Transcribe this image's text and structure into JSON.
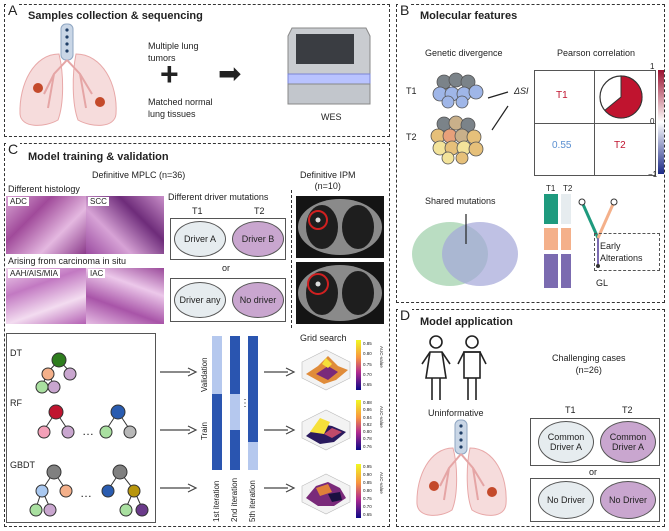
{
  "panel_a": {
    "letter": "A",
    "title": "Samples collection & sequencing",
    "text_tumors": "Multiple lung\ntumors",
    "plus": "+",
    "text_normal": "Matched normal\nlung tissues",
    "arrow": "➡",
    "wes_label": "WES"
  },
  "panel_b": {
    "letter": "B",
    "title": "Molecular features",
    "genetic_divergence": "Genetic divergence",
    "t1": "T1",
    "t2": "T2",
    "delta_si": "ΔSI",
    "pearson": "Pearson correlation",
    "matrix_t1": "T1",
    "matrix_t2": "T2",
    "matrix_value": "0.55",
    "colorbar_ticks": [
      "1",
      "0",
      "−1"
    ],
    "shared_mutations": "Shared mutations",
    "tree_t1": "T1",
    "tree_t2": "T2",
    "early_alterations": "Early\nAlterations",
    "gl": "GL",
    "colors": {
      "red": "#c0142f",
      "blue": "#2a3a8f",
      "teal": "#1e9a7e",
      "orange": "#f4b08a",
      "purple": "#7b6bb0"
    }
  },
  "panel_c": {
    "letter": "C",
    "title": "Model training & validation",
    "mplc": "Definitive MPLC (n=36)",
    "different_histology": "Different histology",
    "adc": "ADC",
    "scc": "SCC",
    "arising": "Arising from carcinoma in situ",
    "aah": "AAH/AIS/MIA",
    "iac": "IAC",
    "driver_mutations": "Different driver mutations",
    "t1": "T1",
    "t2": "T2",
    "driver_a": "Driver A",
    "driver_b": "Driver B",
    "or": "or",
    "driver_any": "Driver any",
    "no_driver": "No driver",
    "ipm": "Definitive IPM\n(n=10)",
    "dt": "DT",
    "rf": "RF",
    "gbdt": "GBDT",
    "ellipsis": "…",
    "validation": "Validation",
    "train": "Train",
    "iter1": "1st iteration",
    "iter2": "2nd iteration",
    "iter5": "5th iteration",
    "grid_search": "Grid search",
    "auc_label": "AUC-value",
    "cb1_ticks": [
      "0.85",
      "0.80",
      "0.75",
      "0.70",
      "0.65"
    ],
    "cb2_ticks": [
      "0.88",
      "0.86",
      "0.84",
      "0.82",
      "0.80",
      "0.78",
      "0.76"
    ],
    "cb3_ticks": [
      "0.95",
      "0.90",
      "0.85",
      "0.80",
      "0.75",
      "0.70",
      "0.65"
    ]
  },
  "panel_d": {
    "letter": "D",
    "title": "Model application",
    "challenging": "Challenging cases\n(n=26)",
    "uninformative": "Uninformative",
    "t1": "T1",
    "t2": "T2",
    "common_a": "Common\nDriver A",
    "common_a2": "Common\nDriver A",
    "or": "or",
    "no_driver1": "No Driver",
    "no_driver2": "No Driver"
  }
}
